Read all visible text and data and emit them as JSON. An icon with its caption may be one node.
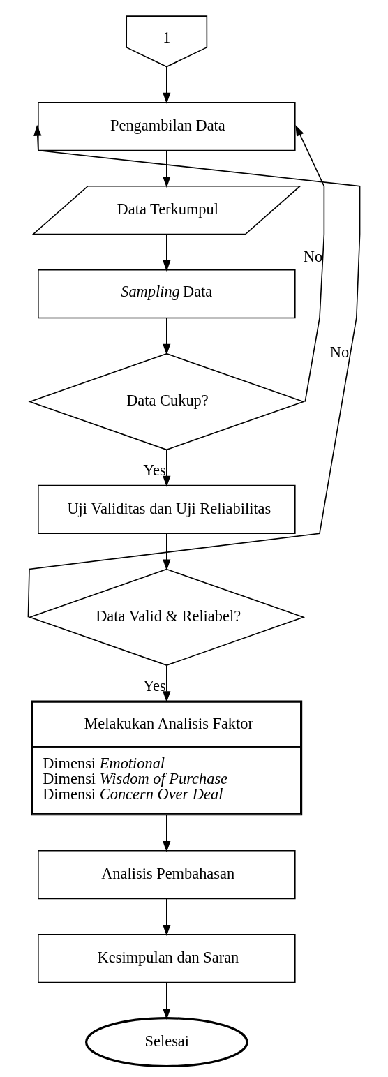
{
  "diagram": {
    "nodes": [
      {
        "text": [
          "1"
        ]
      },
      {
        "text": [
          "Pengambilan Data"
        ]
      },
      {
        "text": [
          "Data Terkumpul"
        ]
      },
      {
        "text": [
          "*Sampling* Data"
        ]
      },
      {
        "text": [
          "Data Cukup?"
        ]
      },
      {
        "text": [
          "Uji Validitas dan Uji Reliabilitas"
        ]
      },
      {
        "text": [
          "Data Valid & Reliabel?"
        ]
      },
      {
        "text": [
          "Melakukan Analisis Faktor",
          "Dimensi *Emotional*",
          "Dimensi *Wisdom of Purchase*",
          "Dimensi *Concern Over Deal*"
        ]
      },
      {
        "text": [
          "Analisis Pembahasan"
        ]
      },
      {
        "text": [
          "Kesimpulan dan Saran"
        ]
      },
      {
        "text": [
          "Selesai"
        ]
      }
    ],
    "edges": [
      {
        "from": 0,
        "to": 1,
        "arrow": "to"
      },
      {
        "from": 1,
        "to": 2,
        "arrow": "to"
      },
      {
        "from": 2,
        "to": 3,
        "arrow": "to"
      },
      {
        "from": 3,
        "to": 4,
        "arrow": "to"
      },
      {
        "from": 4,
        "to": 1,
        "arrow": "to",
        "label": "No"
      },
      {
        "from": 4,
        "to": 5,
        "arrow": "to",
        "label": "Yes"
      },
      {
        "from": 5,
        "to": 6,
        "arrow": "to"
      },
      {
        "from": 6,
        "to": 1,
        "arrow": "to",
        "label": "No"
      },
      {
        "from": 6,
        "to": 7,
        "arrow": "to",
        "label": "Yes"
      },
      {
        "from": 7,
        "to": 8,
        "arrow": "to"
      },
      {
        "from": 8,
        "to": 9,
        "arrow": "to"
      },
      {
        "from": 9,
        "to": 10,
        "arrow": "to"
      }
    ]
  }
}
